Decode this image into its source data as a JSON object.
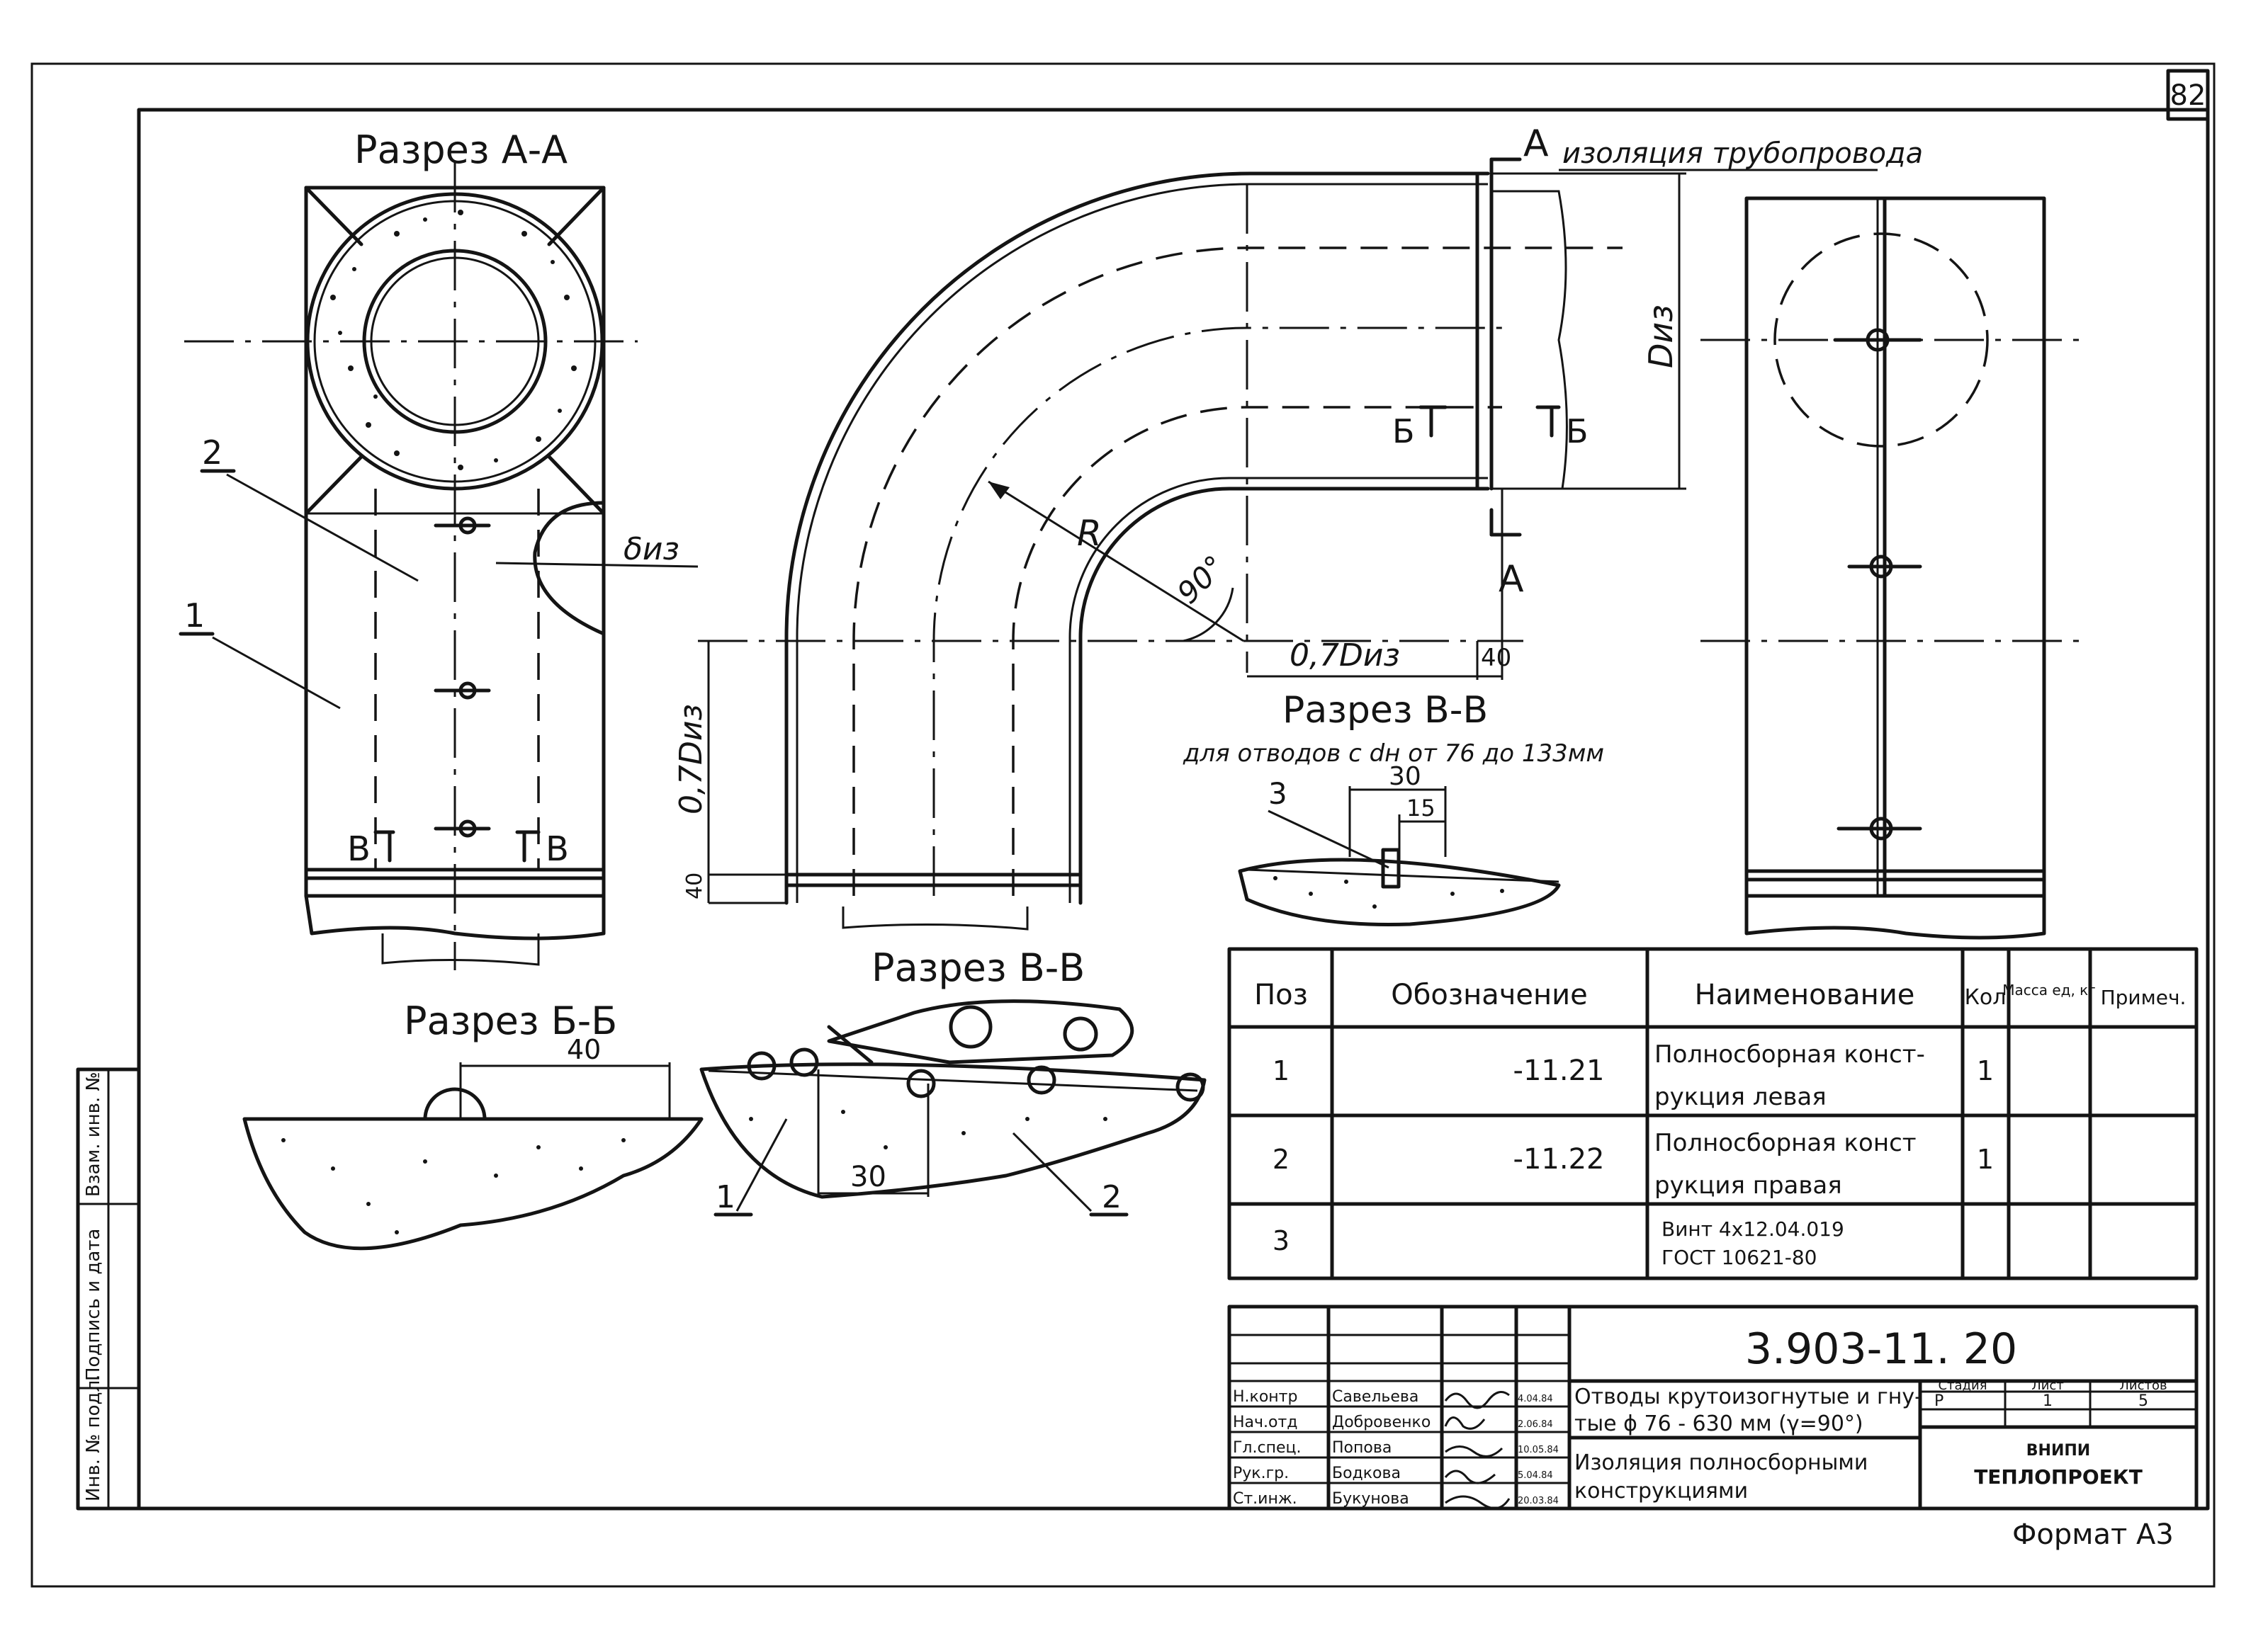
{
  "sheet": {
    "sheet_number": "82",
    "format_label": "Формат А3"
  },
  "sections": {
    "aa_title": "Разрез А-А",
    "vv_title": "Разрез В-В",
    "bb_title": "Разрез Б-Б",
    "vv_detail_title": "Разрез В-В",
    "vv_detail_note": "для отводов с dн от 76 до 133мм"
  },
  "labels": {
    "insulation_label": "изоляция трубопровода",
    "cut_a": "А",
    "cut_b": "Б",
    "cut_v": "В",
    "d_iz": "Dиз",
    "delta_iz": "δиз",
    "radius": "R",
    "angle": "90°",
    "dim_07d": "0,7Dиз",
    "dim_40": "40",
    "dim_30": "30",
    "dim_15": "15",
    "pos_1": "1",
    "pos_2": "2",
    "pos_3": "3"
  },
  "spec_table": {
    "headers": [
      "Поз",
      "Обозначение",
      "Наименование",
      "Кол",
      "Масса ед, кг",
      "Примеч."
    ],
    "rows": [
      {
        "pos": "1",
        "designation": "-11.21",
        "name_line1": "Полносборная конст-",
        "name_line2": "рукция левая",
        "qty": "1"
      },
      {
        "pos": "2",
        "designation": "-11.22",
        "name_line1": "Полносборная конст",
        "name_line2": "рукция правая",
        "qty": "1"
      },
      {
        "pos": "3",
        "designation": "",
        "name_line1": "Винт 4x12.04.019",
        "name_line2": "ГОСТ 10621-80",
        "qty": ""
      }
    ]
  },
  "title_block": {
    "doc_code": "3.903-11. 20",
    "title_line1": "Отводы крутоизогнутые и гну-",
    "title_line2": "тые ϕ 76 - 630 мм (γ=90°)",
    "subtitle_line1": "Изоляция полносборными",
    "subtitle_line2": "конструкциями",
    "stage_header": "Стадия",
    "sheet_header": "Лист",
    "sheets_header": "Листов",
    "stage": "Р",
    "sheet": "1",
    "sheets": "5",
    "org_line1": "ВНИПИ",
    "org_line2": "ТЕПЛОПРОЕКТ",
    "signatures": [
      {
        "role": "Н.контр",
        "name": "Савельева",
        "date": "4.04.84"
      },
      {
        "role": "Нач.отд",
        "name": "Добровенко",
        "date": "2.06.84"
      },
      {
        "role": "Гл.спец.",
        "name": "Попова",
        "date": "10.05.84"
      },
      {
        "role": "Рук.гр.",
        "name": "Бодкова",
        "date": "5.04.84"
      },
      {
        "role": "Ст.инж.",
        "name": "Букунова",
        "date": "20.03.84"
      }
    ]
  },
  "left_strip": {
    "inv_no": "Инв. № подл.",
    "sign_date": "Подпись и дата",
    "replace_inv": "Взам. инв. №"
  }
}
